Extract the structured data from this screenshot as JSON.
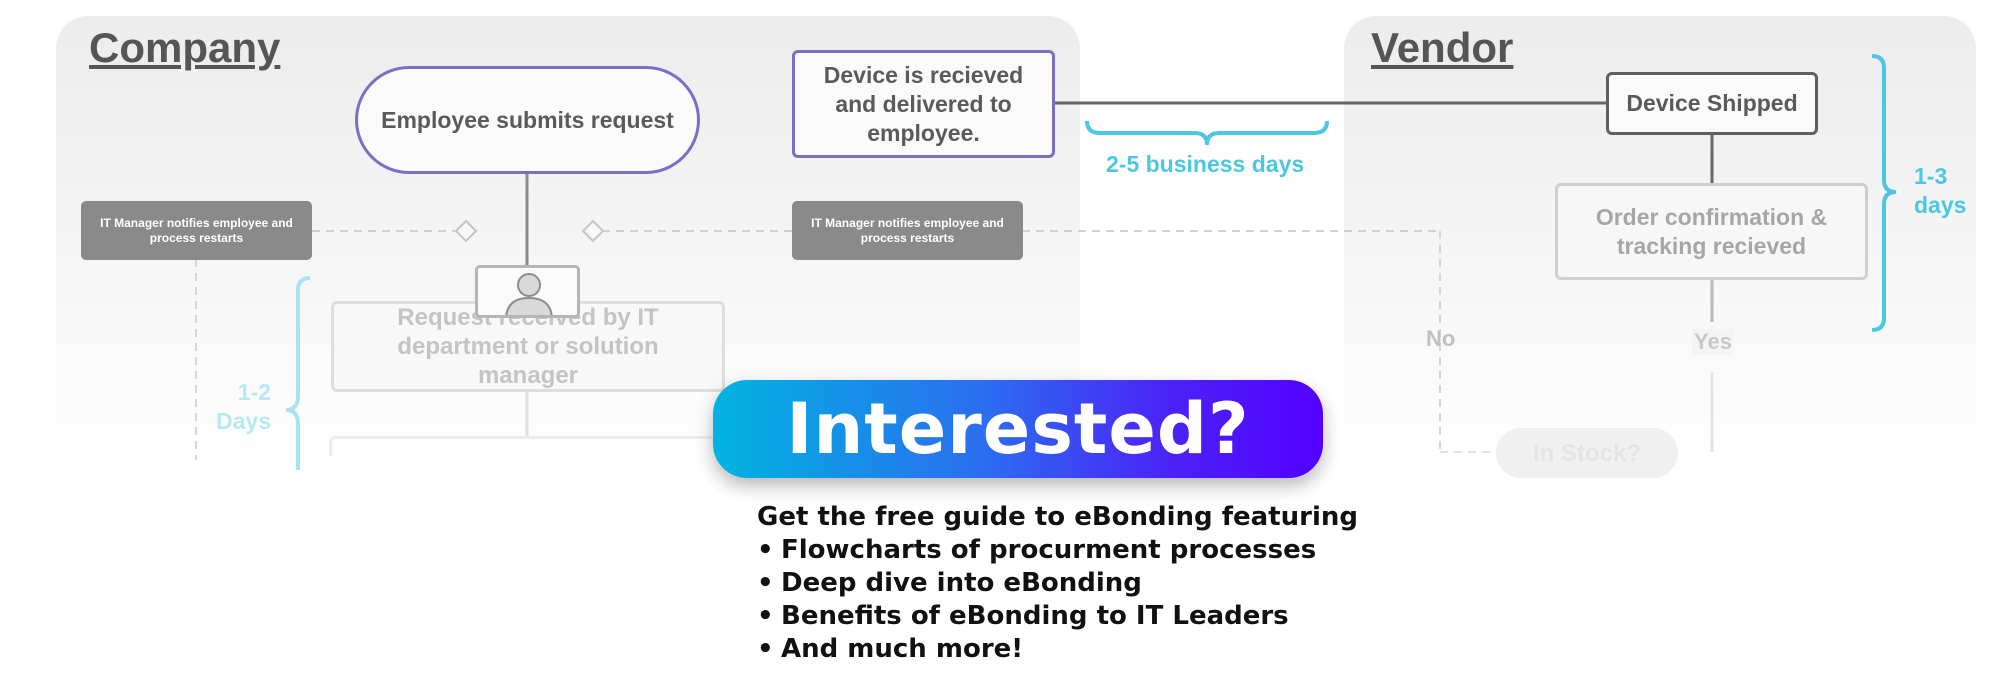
{
  "lanes": {
    "company": "Company",
    "vendor": "Vendor"
  },
  "nodes": {
    "employee_submits": "Employee submits request",
    "device_received": "Device is recieved and delivered to employee.",
    "device_shipped": "Device Shipped",
    "order_confirmation": "Order confirmation & tracking recieved",
    "request_received": "Request received by IT department or solution manager",
    "in_stock": "In Stock?",
    "it_notify_left": "IT Manager notifies employee and process restarts",
    "it_notify_right": "IT Manager notifies employee and process restarts"
  },
  "labels": {
    "business_days": "2-5 business days",
    "vendor_days": "1-3 days",
    "company_days": "1-2 Days",
    "no": "No",
    "yes": "Yes"
  },
  "colors": {
    "purple": "#7b6fc3",
    "cyan": "#4cc7e3",
    "cta_start": "#00b4e0",
    "cta_end": "#5200ff"
  },
  "cta": {
    "title": "Interested?",
    "guide_heading": "Get the free guide to eBonding featuring",
    "bullets": [
      "Flowcharts of procurment processes",
      "Deep dive into eBonding",
      "Benefits of eBonding to IT Leaders",
      "And much more!"
    ]
  }
}
